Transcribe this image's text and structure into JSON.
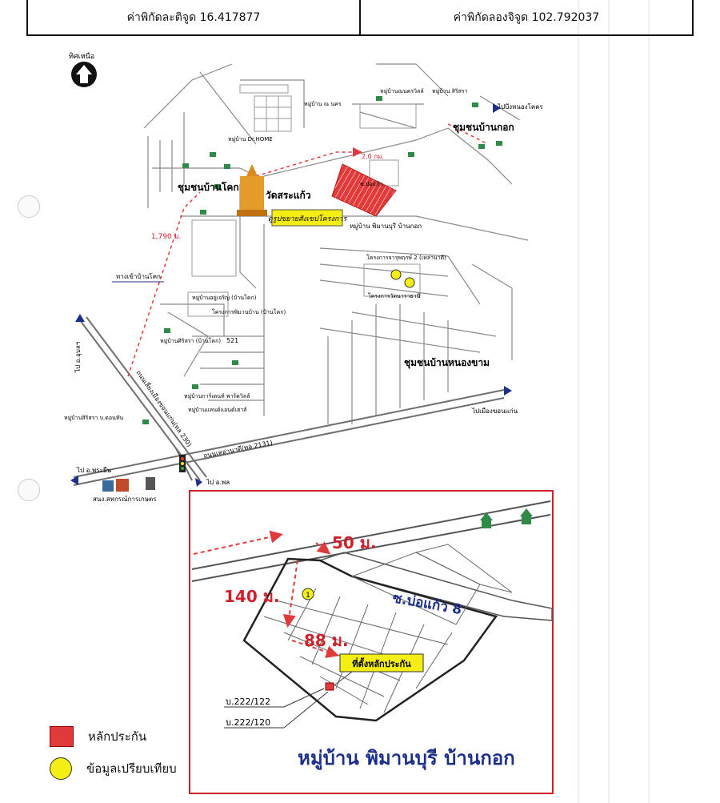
{
  "coordinates": {
    "latitude_label": "ค่าพิกัดละติจูด 16.417877",
    "longitude_label": "ค่าพิกัดลองจิจูด 102.792037"
  },
  "north_label": "ทิศเหนือ",
  "places": {
    "ban_khok": "ชุมชนบ้านโคก",
    "ban_kok": "ชุมชนบ้านกอก",
    "nong_kham": "ชุมชนบ้านหนองขาม",
    "wat": "วัดสระแก้ว",
    "project_sign": "ดูรูปขยายสังเขปโครงการ",
    "pimanburi_small": "หมู่บ้าน พิมานบุรี บ้านกอก",
    "nong_khot": "ไปบึงหนองโคตร",
    "to_khonkaen": "ไปเมืองขอนแก่น",
    "to_phra_yuen": "ไป อ.พระยืน",
    "to_phon": "ไป อ.พล",
    "to_ubon": "ไป อ.อุบลฯ",
    "road_2131": "ถนนเหล่านาดี(ทล 2131)",
    "road_230": "ถนนเลี่ยงเมืองขอนแก่น(ทล 230)",
    "road_khok": "ทางเข้าบ้านโคก",
    "dist_1790": "1,790 ม.",
    "dist_km": "2.0 กม.",
    "soi": "ซ.บ่อแก้ว",
    "dr_home": "หมู่บ้าน Dr.HOME",
    "num_521": "521",
    "coop": "สนง.สหกรณ์การเกษตร",
    "village_list": [
      "หมู่บ้านอยู่เจริญ (บ้านโคก)",
      "โครงการพิมานบ้าน (บ้านโคก)",
      "หมู่บ้านศิริสรา (บ้านโคก)",
      "หมู่บ้านการ์เดนท์ พาร์ควิลล์",
      "หมู่บ้านแลนด์แอนด์เฮาส์",
      "หมู่บ้านสิริสรา บ.ดอนหัน",
      "หมู่บ้าน ณ นคร"
    ],
    "project_2": "โครงการจารุพฤกษ์ 2 (เหล่านาดี)",
    "project_3": "โครงการวัดนาราธานี",
    "nakornvilla": "หมู่บ้านณนครวิลล์",
    "sirisara": "หมู่บ้าน สิริสรา"
  },
  "inset": {
    "dist_50": "50 ม.",
    "dist_140": "140 ม.",
    "dist_88": "88 ม.",
    "soi_label": "ซ.บ่อแก้ว 8",
    "collateral_callout": "ที่ตั้งหลักประกัน",
    "plot_1": "บ.222/122",
    "plot_2": "บ.222/120",
    "village_title": "หมู่บ้าน พิมานบุรี บ้านกอก",
    "marker_1": "1"
  },
  "legend": {
    "collateral": "หลักประกัน",
    "comparison": "ข้อมูลเปรียบเทียบ"
  },
  "colors": {
    "road": "#7a7a7a",
    "red": "#e13a3a",
    "yellow": "#f5ee15",
    "navy": "#1c2f8a",
    "inset_border": "#d0202a"
  }
}
